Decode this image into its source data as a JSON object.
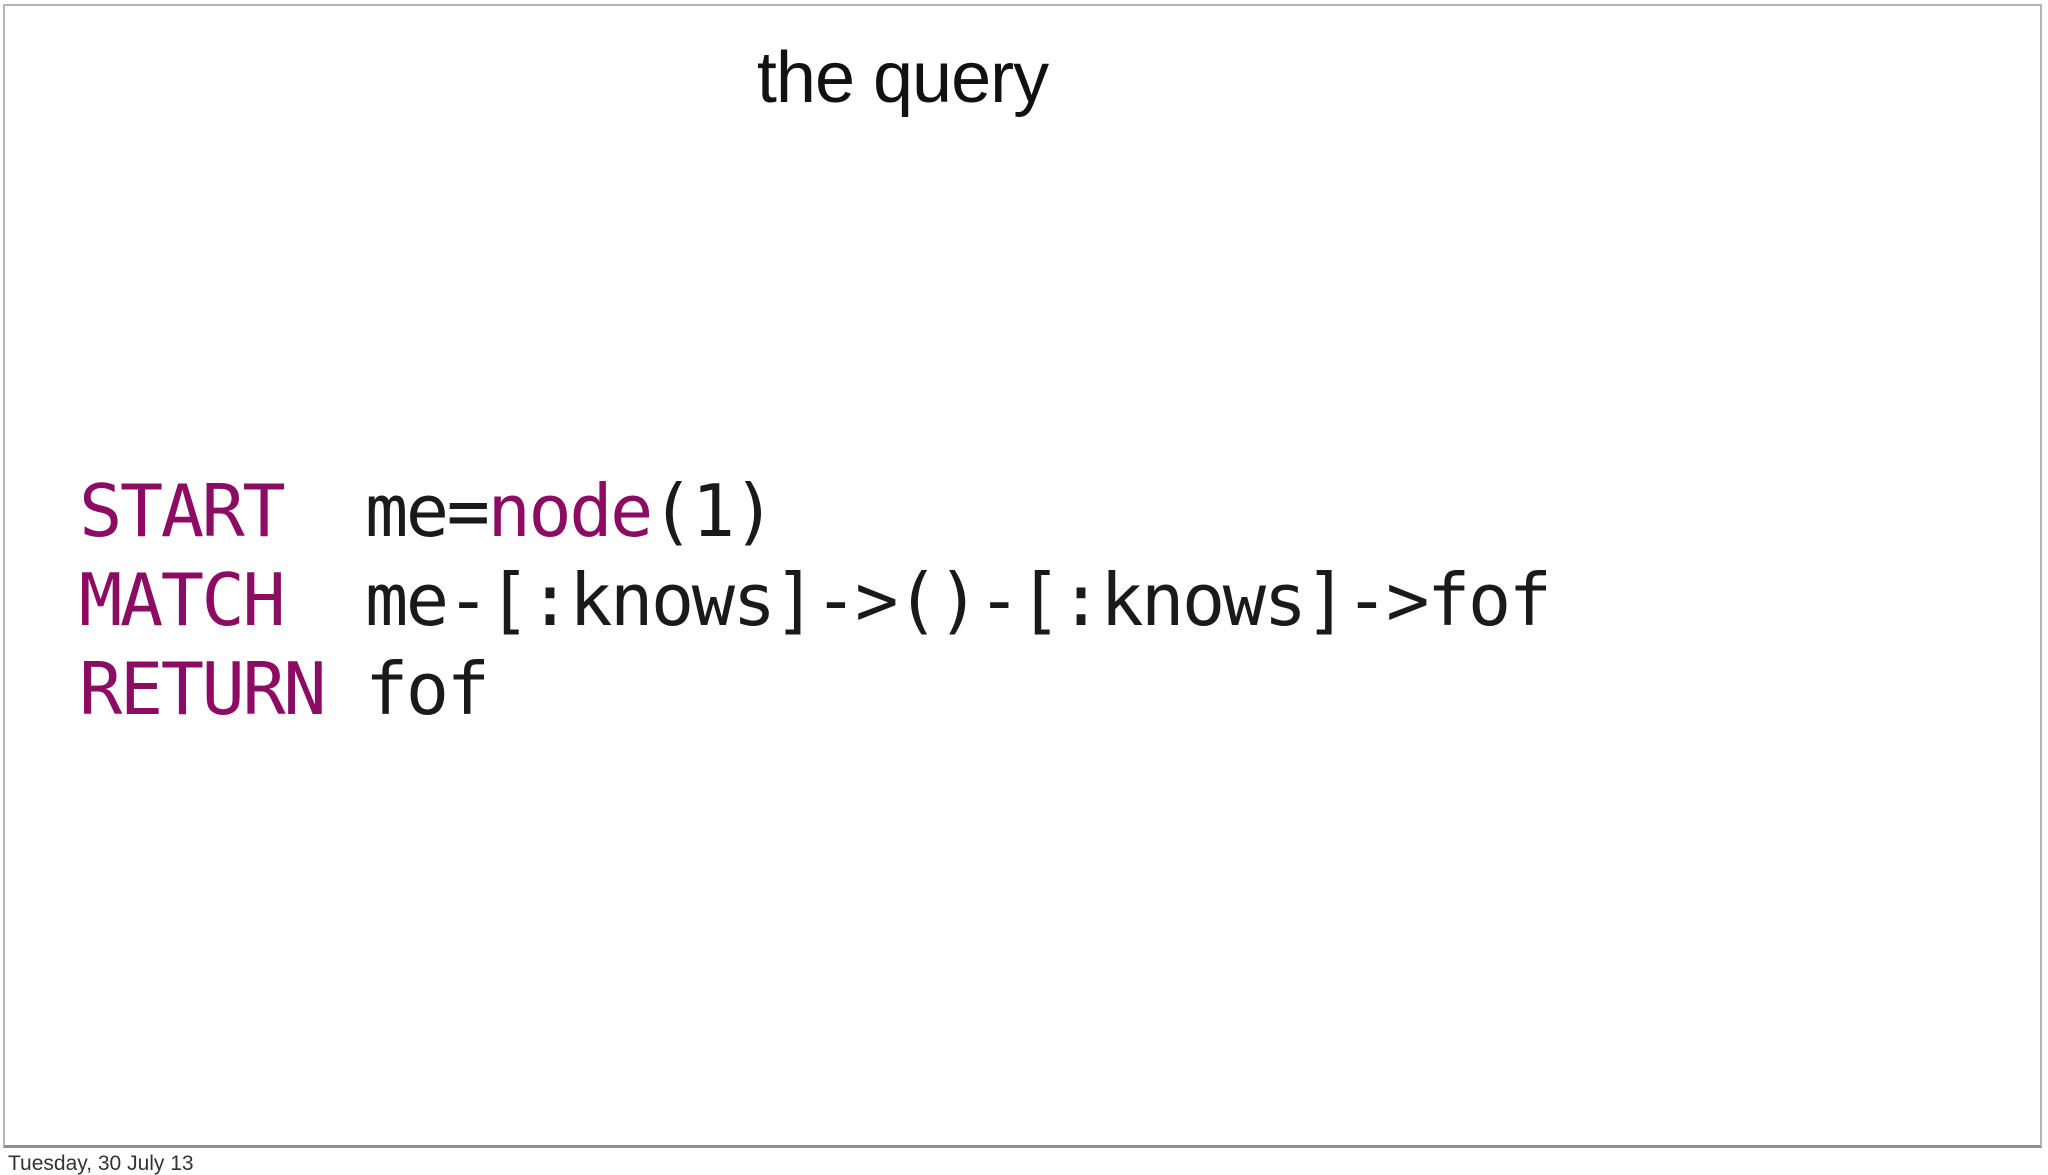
{
  "slide": {
    "title": "the query",
    "code": {
      "language": "cypher",
      "lines": [
        {
          "segments": [
            {
              "type": "keyword",
              "text": "START"
            },
            {
              "type": "plain",
              "text": "  me="
            },
            {
              "type": "keyword",
              "text": "node"
            },
            {
              "type": "plain",
              "text": "(1)"
            }
          ]
        },
        {
          "segments": [
            {
              "type": "keyword",
              "text": "MATCH"
            },
            {
              "type": "plain",
              "text": "  me-[:knows]->()-[:knows]->fof"
            }
          ]
        },
        {
          "segments": [
            {
              "type": "keyword",
              "text": "RETURN"
            },
            {
              "type": "plain",
              "text": " fof"
            }
          ]
        }
      ]
    }
  },
  "footer": {
    "date": "Tuesday, 30 July 13"
  },
  "colors": {
    "keyword": "#8d0c63",
    "code_text": "#1a1a1a",
    "title_text": "#111111",
    "footer_text": "#333333",
    "border": "#b4b4b4",
    "border_bottom": "#8e8e93",
    "slide_bg": "#ffffff",
    "page_bg": "#ffffff"
  }
}
